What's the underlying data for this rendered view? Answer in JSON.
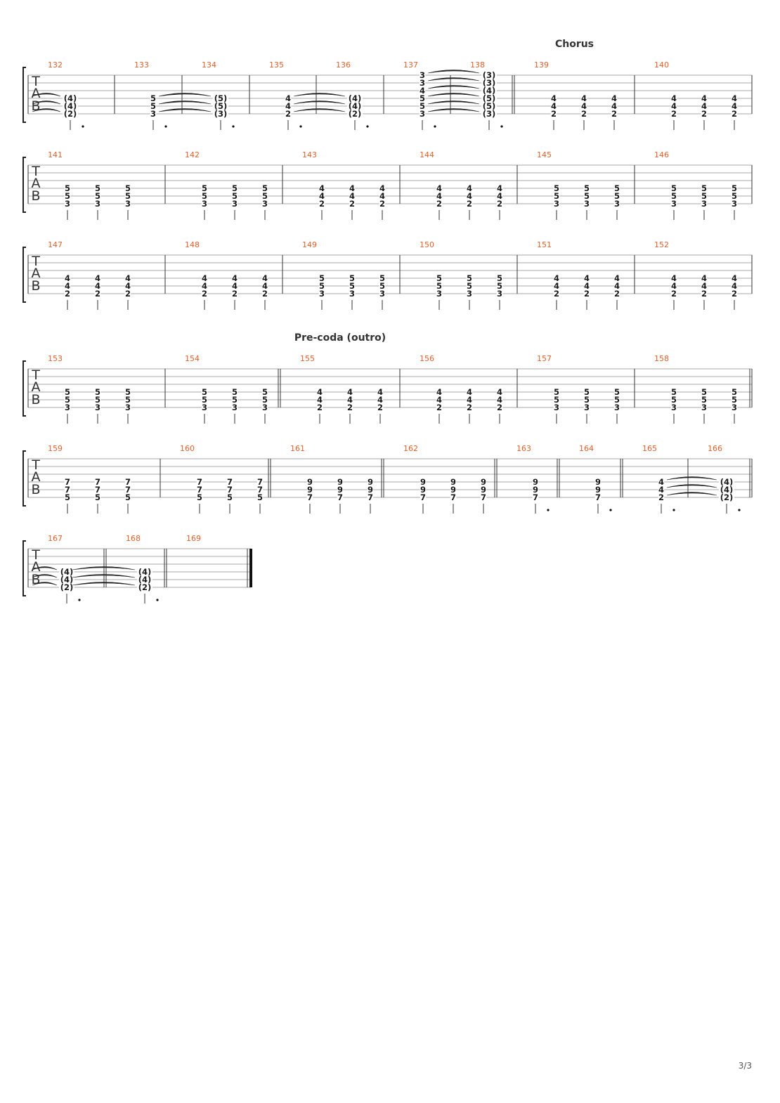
{
  "page": {
    "page_number": "3/3"
  },
  "sections": [
    {
      "row": 0,
      "measure": 139,
      "label": "Chorus"
    },
    {
      "row": 3,
      "measure": 155,
      "label": "Pre-coda (outro)"
    }
  ],
  "rows": [
    {
      "measures": [
        {
          "number": "132",
          "beats": [
            {
              "frets": [
                "(4)",
                "(4)",
                "(2)"
              ],
              "tied": true,
              "duration": "dotted-half"
            }
          ]
        },
        {
          "number": "133",
          "beats": [
            {
              "frets": [
                "5",
                "5",
                "3"
              ],
              "duration": "dotted-half"
            }
          ]
        },
        {
          "number": "134",
          "beats": [
            {
              "frets": [
                "(5)",
                "(5)",
                "(3)"
              ],
              "tied": true,
              "duration": "dotted-half"
            }
          ]
        },
        {
          "number": "135",
          "beats": [
            {
              "frets": [
                "4",
                "4",
                "2"
              ],
              "duration": "dotted-half"
            }
          ]
        },
        {
          "number": "136",
          "beats": [
            {
              "frets": [
                "(4)",
                "(4)",
                "(2)"
              ],
              "tied": true,
              "duration": "dotted-half"
            }
          ]
        },
        {
          "number": "137",
          "beats": [
            {
              "frets": [
                "3",
                "3",
                "4",
                "5",
                "5",
                "3"
              ],
              "duration": "dotted-half"
            }
          ]
        },
        {
          "number": "138",
          "beats": [
            {
              "frets": [
                "(3)",
                "(3)",
                "(4)",
                "(5)",
                "(5)",
                "(3)"
              ],
              "tied": true,
              "duration": "dotted-half"
            }
          ]
        },
        {
          "number": "139",
          "beats": [
            {
              "frets": [
                "4",
                "4",
                "2"
              ]
            },
            {
              "frets": [
                "4",
                "4",
                "2"
              ]
            },
            {
              "frets": [
                "4",
                "4",
                "2"
              ]
            }
          ]
        },
        {
          "number": "140",
          "beats": [
            {
              "frets": [
                "4",
                "4",
                "2"
              ]
            },
            {
              "frets": [
                "4",
                "4",
                "2"
              ]
            },
            {
              "frets": [
                "4",
                "4",
                "2"
              ]
            }
          ]
        }
      ]
    },
    {
      "measures": [
        {
          "number": "141",
          "beats": [
            {
              "frets": [
                "5",
                "5",
                "3"
              ]
            },
            {
              "frets": [
                "5",
                "5",
                "3"
              ]
            },
            {
              "frets": [
                "5",
                "5",
                "3"
              ]
            }
          ]
        },
        {
          "number": "142",
          "beats": [
            {
              "frets": [
                "5",
                "5",
                "3"
              ]
            },
            {
              "frets": [
                "5",
                "5",
                "3"
              ]
            },
            {
              "frets": [
                "5",
                "5",
                "3"
              ]
            }
          ]
        },
        {
          "number": "143",
          "beats": [
            {
              "frets": [
                "4",
                "4",
                "2"
              ]
            },
            {
              "frets": [
                "4",
                "4",
                "2"
              ]
            },
            {
              "frets": [
                "4",
                "4",
                "2"
              ]
            }
          ]
        },
        {
          "number": "144",
          "beats": [
            {
              "frets": [
                "4",
                "4",
                "2"
              ]
            },
            {
              "frets": [
                "4",
                "4",
                "2"
              ]
            },
            {
              "frets": [
                "4",
                "4",
                "2"
              ]
            }
          ]
        },
        {
          "number": "145",
          "beats": [
            {
              "frets": [
                "5",
                "5",
                "3"
              ]
            },
            {
              "frets": [
                "5",
                "5",
                "3"
              ]
            },
            {
              "frets": [
                "5",
                "5",
                "3"
              ]
            }
          ]
        },
        {
          "number": "146",
          "beats": [
            {
              "frets": [
                "5",
                "5",
                "3"
              ]
            },
            {
              "frets": [
                "5",
                "5",
                "3"
              ]
            },
            {
              "frets": [
                "5",
                "5",
                "3"
              ]
            }
          ]
        }
      ]
    },
    {
      "measures": [
        {
          "number": "147",
          "beats": [
            {
              "frets": [
                "4",
                "4",
                "2"
              ]
            },
            {
              "frets": [
                "4",
                "4",
                "2"
              ]
            },
            {
              "frets": [
                "4",
                "4",
                "2"
              ]
            }
          ]
        },
        {
          "number": "148",
          "beats": [
            {
              "frets": [
                "4",
                "4",
                "2"
              ]
            },
            {
              "frets": [
                "4",
                "4",
                "2"
              ]
            },
            {
              "frets": [
                "4",
                "4",
                "2"
              ]
            }
          ]
        },
        {
          "number": "149",
          "beats": [
            {
              "frets": [
                "5",
                "5",
                "3"
              ]
            },
            {
              "frets": [
                "5",
                "5",
                "3"
              ]
            },
            {
              "frets": [
                "5",
                "5",
                "3"
              ]
            }
          ]
        },
        {
          "number": "150",
          "beats": [
            {
              "frets": [
                "5",
                "5",
                "3"
              ]
            },
            {
              "frets": [
                "5",
                "5",
                "3"
              ]
            },
            {
              "frets": [
                "5",
                "5",
                "3"
              ]
            }
          ]
        },
        {
          "number": "151",
          "beats": [
            {
              "frets": [
                "4",
                "4",
                "2"
              ]
            },
            {
              "frets": [
                "4",
                "4",
                "2"
              ]
            },
            {
              "frets": [
                "4",
                "4",
                "2"
              ]
            }
          ]
        },
        {
          "number": "152",
          "beats": [
            {
              "frets": [
                "4",
                "4",
                "2"
              ]
            },
            {
              "frets": [
                "4",
                "4",
                "2"
              ]
            },
            {
              "frets": [
                "4",
                "4",
                "2"
              ]
            }
          ]
        }
      ]
    },
    {
      "measures": [
        {
          "number": "153",
          "beats": [
            {
              "frets": [
                "5",
                "5",
                "3"
              ]
            },
            {
              "frets": [
                "5",
                "5",
                "3"
              ]
            },
            {
              "frets": [
                "5",
                "5",
                "3"
              ]
            }
          ]
        },
        {
          "number": "154",
          "beats": [
            {
              "frets": [
                "5",
                "5",
                "3"
              ]
            },
            {
              "frets": [
                "5",
                "5",
                "3"
              ]
            },
            {
              "frets": [
                "5",
                "5",
                "3"
              ]
            }
          ]
        },
        {
          "number": "155",
          "beats": [
            {
              "frets": [
                "4",
                "4",
                "2"
              ]
            },
            {
              "frets": [
                "4",
                "4",
                "2"
              ]
            },
            {
              "frets": [
                "4",
                "4",
                "2"
              ]
            }
          ]
        },
        {
          "number": "156",
          "beats": [
            {
              "frets": [
                "4",
                "4",
                "2"
              ]
            },
            {
              "frets": [
                "4",
                "4",
                "2"
              ]
            },
            {
              "frets": [
                "4",
                "4",
                "2"
              ]
            }
          ]
        },
        {
          "number": "157",
          "beats": [
            {
              "frets": [
                "5",
                "5",
                "3"
              ]
            },
            {
              "frets": [
                "5",
                "5",
                "3"
              ]
            },
            {
              "frets": [
                "5",
                "5",
                "3"
              ]
            }
          ]
        },
        {
          "number": "158",
          "beats": [
            {
              "frets": [
                "5",
                "5",
                "3"
              ]
            },
            {
              "frets": [
                "5",
                "5",
                "3"
              ]
            },
            {
              "frets": [
                "5",
                "5",
                "3"
              ]
            }
          ]
        }
      ]
    },
    {
      "measures": [
        {
          "number": "159",
          "beats": [
            {
              "frets": [
                "7",
                "7",
                "5"
              ]
            },
            {
              "frets": [
                "7",
                "7",
                "5"
              ]
            },
            {
              "frets": [
                "7",
                "7",
                "5"
              ]
            }
          ]
        },
        {
          "number": "160",
          "beats": [
            {
              "frets": [
                "7",
                "7",
                "5"
              ]
            },
            {
              "frets": [
                "7",
                "7",
                "5"
              ]
            },
            {
              "frets": [
                "7",
                "7",
                "5"
              ]
            }
          ]
        },
        {
          "number": "161",
          "beats": [
            {
              "frets": [
                "9",
                "9",
                "7"
              ]
            },
            {
              "frets": [
                "9",
                "9",
                "7"
              ]
            },
            {
              "frets": [
                "9",
                "9",
                "7"
              ]
            }
          ]
        },
        {
          "number": "162",
          "beats": [
            {
              "frets": [
                "9",
                "9",
                "7"
              ]
            },
            {
              "frets": [
                "9",
                "9",
                "7"
              ]
            },
            {
              "frets": [
                "9",
                "9",
                "7"
              ]
            }
          ]
        },
        {
          "number": "163",
          "beats": [
            {
              "frets": [
                "9",
                "9",
                "7"
              ],
              "duration": "dotted-half"
            }
          ]
        },
        {
          "number": "164",
          "beats": [
            {
              "frets": [
                "9",
                "9",
                "7"
              ],
              "duration": "dotted-half"
            }
          ]
        },
        {
          "number": "165",
          "beats": [
            {
              "frets": [
                "4",
                "4",
                "2"
              ],
              "duration": "dotted-half"
            }
          ]
        },
        {
          "number": "166",
          "beats": [
            {
              "frets": [
                "(4)",
                "(4)",
                "(2)"
              ],
              "tied": true,
              "duration": "dotted-half"
            }
          ]
        }
      ]
    },
    {
      "measures": [
        {
          "number": "167",
          "beats": [
            {
              "frets": [
                "(4)",
                "(4)",
                "(2)"
              ],
              "tied": true,
              "duration": "dotted-half"
            }
          ]
        },
        {
          "number": "168",
          "beats": [
            {
              "frets": [
                "(4)",
                "(4)",
                "(2)"
              ],
              "tied": true,
              "duration": "dotted-half"
            }
          ]
        },
        {
          "number": "169",
          "beats": []
        }
      ]
    }
  ]
}
